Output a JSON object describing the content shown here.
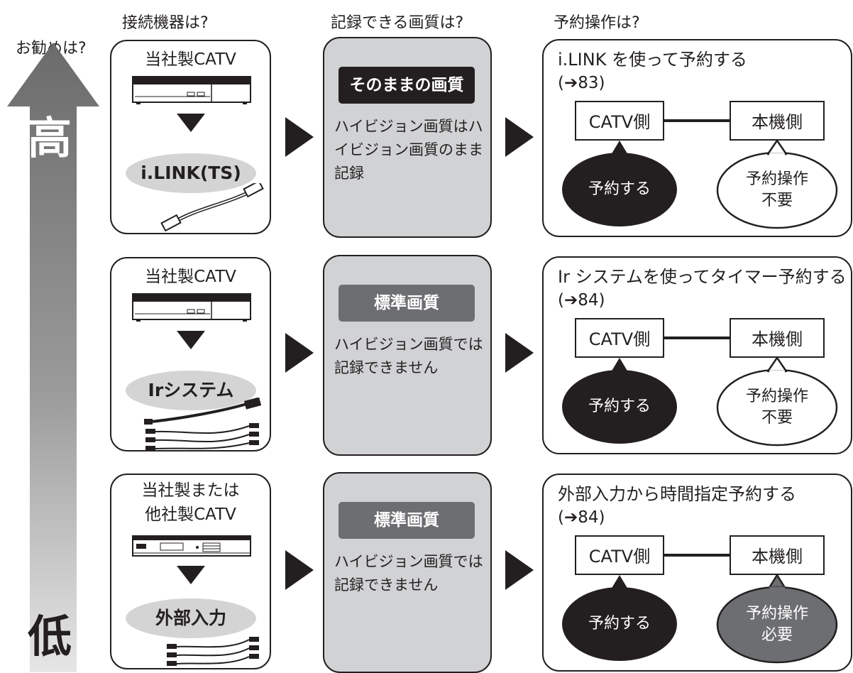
{
  "headers": {
    "device": "接続機器は?",
    "quality": "記録できる画質は?",
    "operation": "予約操作は?"
  },
  "side": {
    "label": "お勧めは?",
    "high": "高",
    "low": "低"
  },
  "rows": [
    {
      "device_title": "当社製CATV",
      "connection": "i.LINK(TS)",
      "quality_label": "そのままの画質",
      "quality_desc": "ハイビジョン画質はハイビジョン画質のまま記録",
      "op_title": "i.LINK を使って予約する",
      "op_ref": "(➔83)",
      "catv_side": "CATV側",
      "unit_side": "本機側",
      "catv_action": "予約する",
      "unit_action_1": "予約操作",
      "unit_action_2": "不要"
    },
    {
      "device_title": "当社製CATV",
      "connection": "Irシステム",
      "quality_label": "標準画質",
      "quality_desc": "ハイビジョン画質では記録できません",
      "op_title": "Ir システムを使ってタイマー予約する",
      "op_ref": "(➔84)",
      "catv_side": "CATV側",
      "unit_side": "本機側",
      "catv_action": "予約する",
      "unit_action_1": "予約操作",
      "unit_action_2": "不要"
    },
    {
      "device_title_1": "当社製または",
      "device_title_2": "他社製CATV",
      "connection": "外部入力",
      "quality_label": "標準画質",
      "quality_desc": "ハイビジョン画質では記録できません",
      "op_title": "外部入力から時間指定予約する",
      "op_ref": "(➔84)",
      "catv_side": "CATV側",
      "unit_side": "本機側",
      "catv_action": "予約する",
      "unit_action_1": "予約操作",
      "unit_action_2": "必要"
    }
  ],
  "colors": {
    "ink": "#231f20",
    "quality_bg": "#d1d2d4",
    "pill_bg": "#d4d4d4",
    "required_bubble": "#6d6e71"
  }
}
